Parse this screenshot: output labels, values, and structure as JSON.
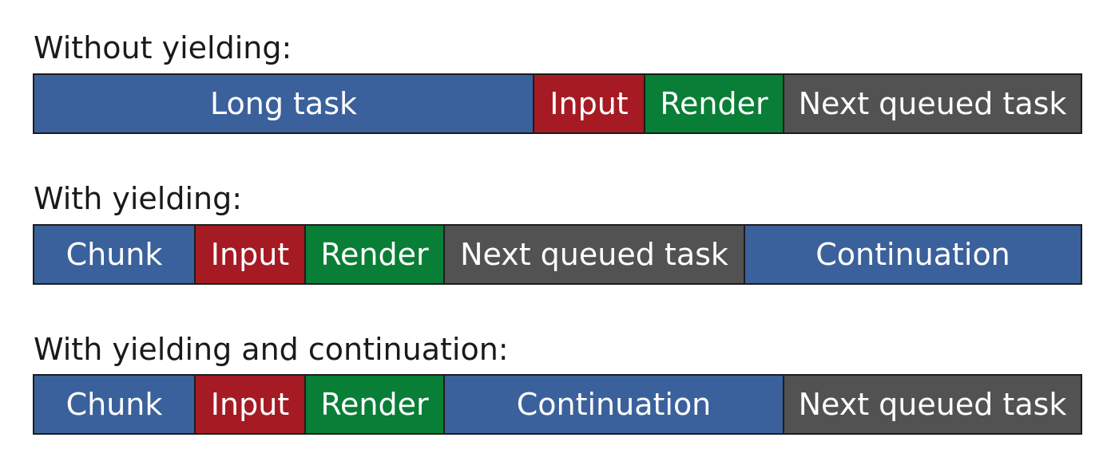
{
  "rows": [
    {
      "heading": "Without yielding:",
      "segments": [
        {
          "label": "Long task",
          "kind": "task",
          "color": "#3a619b"
        },
        {
          "label": "Input",
          "kind": "input",
          "color": "#a51a23"
        },
        {
          "label": "Render",
          "kind": "render",
          "color": "#087e36"
        },
        {
          "label": "Next queued task",
          "kind": "next",
          "color": "#525252"
        }
      ]
    },
    {
      "heading": "With yielding:",
      "segments": [
        {
          "label": "Chunk",
          "kind": "task",
          "color": "#3a619b"
        },
        {
          "label": "Input",
          "kind": "input",
          "color": "#a51a23"
        },
        {
          "label": "Render",
          "kind": "render",
          "color": "#087e36"
        },
        {
          "label": "Next queued task",
          "kind": "next",
          "color": "#525252"
        },
        {
          "label": "Continuation",
          "kind": "task",
          "color": "#3a619b"
        }
      ]
    },
    {
      "heading": "With yielding and continuation:",
      "segments": [
        {
          "label": "Chunk",
          "kind": "task",
          "color": "#3a619b"
        },
        {
          "label": "Input",
          "kind": "input",
          "color": "#a51a23"
        },
        {
          "label": "Render",
          "kind": "render",
          "color": "#087e36"
        },
        {
          "label": "Continuation",
          "kind": "task",
          "color": "#3a619b"
        },
        {
          "label": "Next queued task",
          "kind": "next",
          "color": "#525252"
        }
      ]
    }
  ]
}
